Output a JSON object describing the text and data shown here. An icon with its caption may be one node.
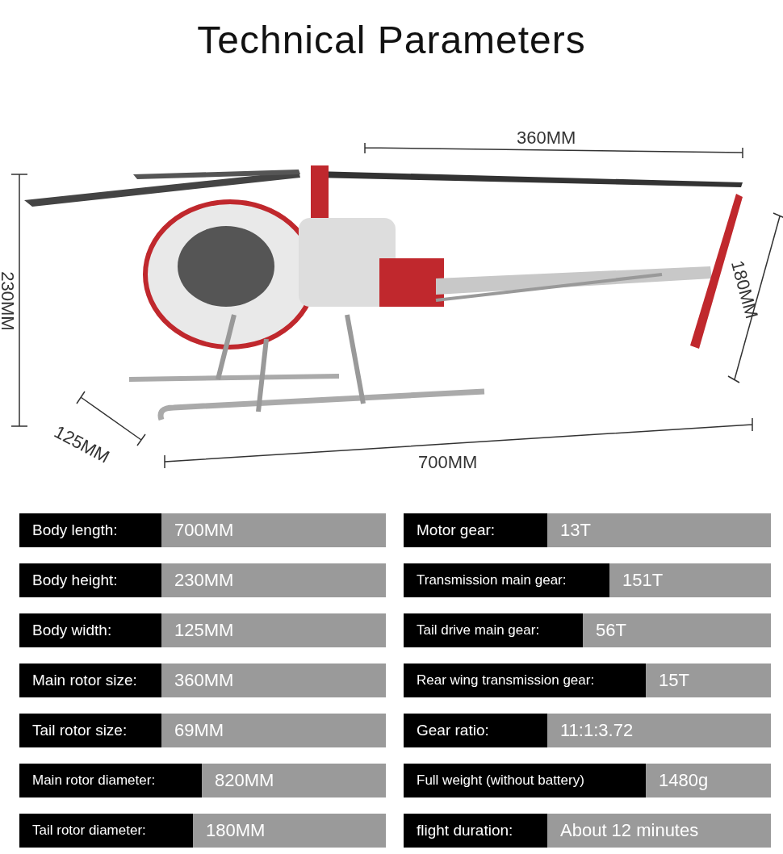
{
  "diagram": {
    "title": "Technical Parameters",
    "labels": [
      "360MM",
      "230MM",
      "180MM",
      "125MM",
      "700MM",
      "Body length:",
      "700MM",
      "Motor gear:",
      "13T",
      "Body height:",
      "230MM",
      "Transmission main gear:",
      "151T",
      "Body width:",
      "125MM",
      "Tail drive main gear:",
      "56T",
      "Main rotor size:",
      "360MM",
      "Rear wing transmission gear:",
      "15T",
      "Tail rotor size:",
      "69MM",
      "Gear ratio:",
      "11:1:3.72",
      "Main rotor diameter:",
      "820MM",
      "Full weight (without battery)",
      "1480g",
      "Tail rotor diameter:",
      "180MM",
      "flight duration:",
      "About 12 minutes"
    ]
  }
}
